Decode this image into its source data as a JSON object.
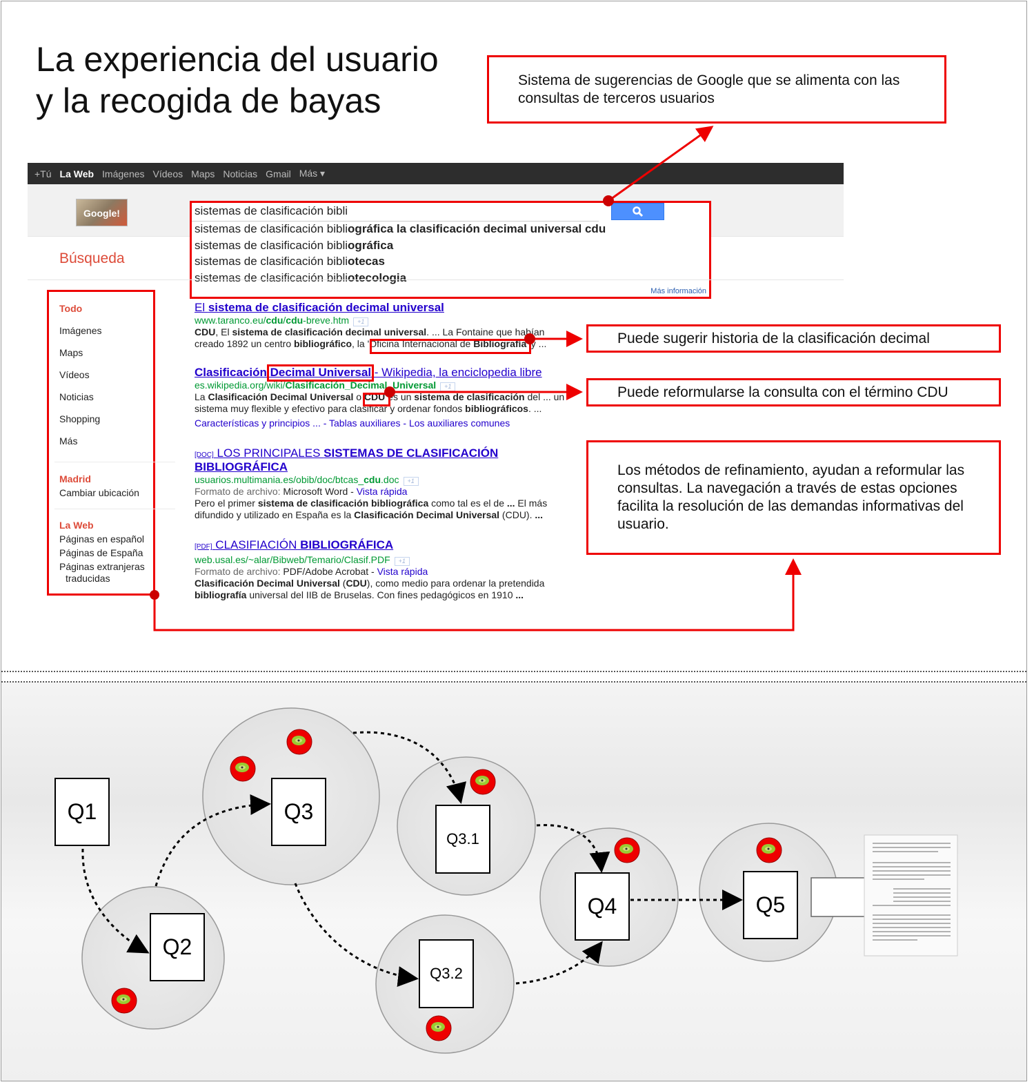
{
  "title": [
    "La experiencia del usuario",
    "y la recogida de bayas"
  ],
  "callouts": {
    "suggestions": "Sistema de sugerencias de Google que se alimenta con las consultas de terceros usuarios",
    "history": "Puede sugerir historia de la clasificación decimal",
    "reformulate": "Puede reformularse la consulta con el término CDU",
    "refinement": "Los métodos de refinamiento, ayudan a reformular las consultas. La navegación a través de estas opciones facilita la resolución de las demandas informativas del usuario."
  },
  "colors": {
    "accent": "#e00000",
    "google_red": "#dd4b39",
    "link": "#2200cc",
    "url": "#009933",
    "bar": "#2d2d2d",
    "button": "#4d90fe"
  },
  "google": {
    "topbar": [
      "+Tú",
      "La Web",
      "Imágenes",
      "Vídeos",
      "Maps",
      "Noticias",
      "Gmail",
      "Más ▾"
    ],
    "topbar_active": "La Web",
    "logo": "Google!",
    "search_value": "sistemas de clasificación bibli",
    "search_icon": "magnifier-icon",
    "suggestions": [
      [
        [
          "sistemas de clasificación bibli",
          false
        ],
        [
          "ográfica la clasificación decimal universal cdu",
          true
        ]
      ],
      [
        [
          "sistemas de clasificación bibli",
          false
        ],
        [
          "ográfica",
          true
        ]
      ],
      [
        [
          "sistemas de clasificación bibli",
          false
        ],
        [
          "otecas",
          true
        ]
      ],
      [
        [
          "sistemas de clasificación bibli",
          false
        ],
        [
          "otecologia",
          true
        ]
      ]
    ],
    "more_info": "Más información",
    "section_title": "Búsqueda",
    "sidebar": {
      "types": [
        "Todo",
        "Imágenes",
        "Maps",
        "Vídeos",
        "Noticias",
        "Shopping",
        "Más"
      ],
      "location_title": "Madrid",
      "location_change": "Cambiar ubicación",
      "web_title": "La Web",
      "web_options": [
        "Páginas en español",
        "Páginas de España",
        "Páginas extranjeras",
        "traducidas"
      ]
    },
    "results": [
      {
        "title": [
          [
            "El ",
            false
          ],
          [
            "sistema de clasificación decimal universal",
            true
          ]
        ],
        "url": [
          [
            "www.taranco.eu/",
            false
          ],
          [
            "cdu",
            true
          ],
          [
            "/",
            false
          ],
          [
            "cdu",
            true
          ],
          [
            "-breve.htm",
            false
          ]
        ],
        "plus": "+1",
        "snippet": [
          [
            [
              "CDU",
              true
            ],
            [
              ", El ",
              false
            ],
            [
              "sistema de clasificación decimal universal",
              true
            ],
            [
              ". ... La Fontaine que habían",
              false
            ]
          ],
          [
            [
              "creado 1892 un centro ",
              false
            ],
            [
              "bibliográfico",
              true
            ],
            [
              ", la 'Oficina Internacional de ",
              false
            ],
            [
              "Bibliografía",
              true
            ],
            [
              "' y ...",
              false
            ]
          ]
        ]
      },
      {
        "title": [
          [
            "Clasificación Decimal Universal",
            true
          ],
          [
            " - Wikipedia, la enciclopedia libre",
            false
          ]
        ],
        "url": [
          [
            "es.wikipedia.org/wiki/",
            false
          ],
          [
            "Clasificación_Decimal_Universal",
            true
          ]
        ],
        "plus": "+1",
        "snippet": [
          [
            [
              "La ",
              false
            ],
            [
              "Clasificación Decimal Universal",
              true
            ],
            [
              " o ",
              false
            ],
            [
              "CDU",
              true
            ],
            [
              " es un ",
              false
            ],
            [
              "sistema de clasificación",
              true
            ],
            [
              " del ... un",
              false
            ]
          ],
          [
            [
              "sistema muy flexible y efectivo para clasificar y ordenar fondos ",
              false
            ],
            [
              "bibliográficos",
              true
            ],
            [
              ". ...",
              false
            ]
          ]
        ],
        "sitelinks": "Características y principios ... - Tablas auxiliares - Los auxiliares comunes"
      },
      {
        "tag": "[DOC]",
        "title": [
          [
            "LOS PRINCIPALES ",
            false
          ],
          [
            "SISTEMAS DE CLASIFICACIÓN",
            true
          ]
        ],
        "title2": "BIBLIOGRÁFICA",
        "url": [
          [
            "usuarios.multimania.es/obib/doc/btcas_",
            false
          ],
          [
            "cdu",
            true
          ],
          [
            ".doc",
            false
          ]
        ],
        "plus": "+1",
        "format_label": "Formato de archivo: ",
        "format": "Microsoft Word",
        "quick_view": "Vista rápida",
        "snippet": [
          [
            [
              "Pero el primer ",
              false
            ],
            [
              "sistema de clasificación bibliográfica",
              true
            ],
            [
              " como tal es el de ",
              false
            ],
            [
              "...",
              true
            ],
            [
              " El más",
              false
            ]
          ],
          [
            [
              "difundido y utilizado en España es la ",
              false
            ],
            [
              "Clasificación Decimal Universal",
              true
            ],
            [
              " (CDU). ",
              false
            ],
            [
              "...",
              true
            ]
          ]
        ]
      },
      {
        "tag": "[PDF]",
        "title": [
          [
            "CLASIFIACIÓN ",
            false
          ],
          [
            "BIBLIOGRÁFICA",
            true
          ]
        ],
        "url": [
          [
            "web.usal.es/~alar/Bibweb/Temario/Clasif.PDF",
            false
          ]
        ],
        "plus": "+1",
        "format_label": "Formato de archivo: ",
        "format": "PDF/Adobe Acrobat",
        "quick_view": "Vista rápida",
        "snippet": [
          [
            [
              "Clasificación Decimal Universal",
              true
            ],
            [
              " (",
              false
            ],
            [
              "CDU",
              true
            ],
            [
              "), como medio para ordenar la pretendida",
              false
            ]
          ],
          [
            [
              "bibliografía",
              true
            ],
            [
              " universal del IIB de Bruselas. Con fines pedagógicos en 1910 ",
              false
            ],
            [
              "...",
              true
            ]
          ]
        ]
      }
    ]
  },
  "diagram": {
    "nodes": {
      "q1": "Q1",
      "q2": "Q2",
      "q3": "Q3",
      "q31": "Q3.1",
      "q32": "Q3.2",
      "q4": "Q4",
      "q5": "Q5"
    },
    "berry_icon": "berry-icon",
    "result_icon": "document-icon"
  }
}
